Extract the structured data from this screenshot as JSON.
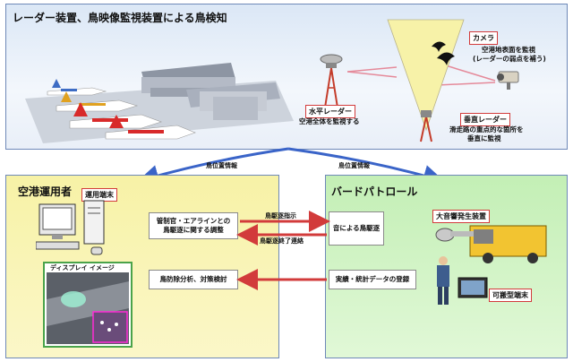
{
  "top": {
    "title": "レーダー装置、鳥映像監視装置による鳥検知",
    "camera": {
      "label": "カメラ",
      "desc_line1": "空港地表面を監視",
      "desc_line2": "(レーダーの弱点を補う)"
    },
    "horizontal_radar": {
      "label": "水平レーダー",
      "desc": "空港全体を監視する"
    },
    "vertical_radar": {
      "label": "垂直レーダー",
      "desc_line1": "滑走路の重点的な箇所を",
      "desc_line2": "垂直に監視"
    }
  },
  "arrows": {
    "left": "鳥位置情報",
    "right": "鳥位置情報",
    "dispersal_instruction": "鳥駆逐指示",
    "dispersal_complete": "鳥駆逐終了連絡"
  },
  "airport_operator": {
    "title": "空港運用者",
    "terminal_label": "運用端末",
    "coordination_box": "管制官・エアラインとの\n鳥駆逐に関する調整",
    "analysis_box": "鳥防除分析、対策検討",
    "display_label": "ディスプレイ イメージ"
  },
  "bird_patrol": {
    "title": "バードパトロール",
    "sound_box": "音による鳥駆逐",
    "register_box": "実績・統計データの登録",
    "loudspeaker_label": "大音響発生装置",
    "portable_label": "可搬型端末"
  },
  "colors": {
    "accent_red": "#d23b3b",
    "arrow_blue": "#3a64c8",
    "panel_border": "#6e89b8"
  }
}
